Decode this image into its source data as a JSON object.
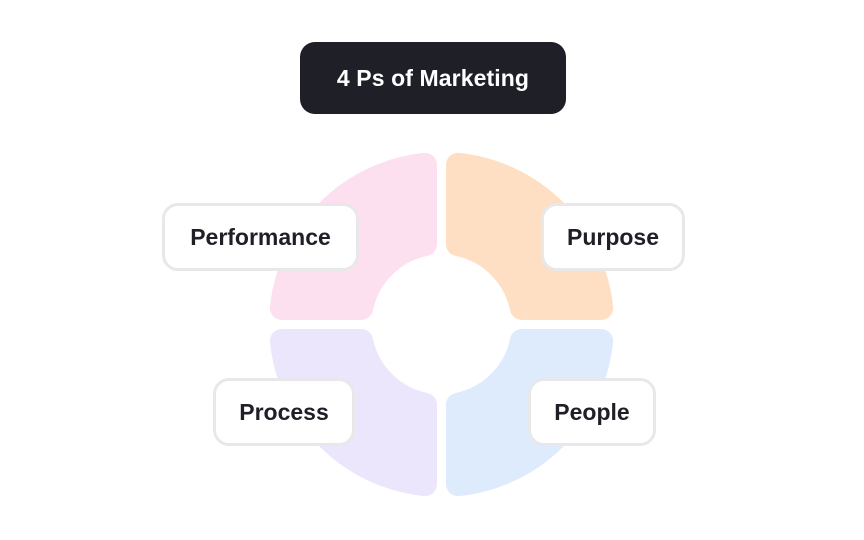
{
  "title": "4 Ps of Marketing",
  "segments": [
    {
      "id": "performance",
      "label": "Performance",
      "position": "top-left",
      "color": "#fde0ef"
    },
    {
      "id": "purpose",
      "label": "Purpose",
      "position": "top-right",
      "color": "#fedfc3"
    },
    {
      "id": "process",
      "label": "Process",
      "position": "bottom-left",
      "color": "#ece6fd"
    },
    {
      "id": "people",
      "label": "People",
      "position": "bottom-right",
      "color": "#deebfc"
    }
  ],
  "colors": {
    "title_bg": "#1f2027",
    "title_text": "#ffffff",
    "label_border": "#e8e8ea",
    "label_text": "#1f2027"
  }
}
